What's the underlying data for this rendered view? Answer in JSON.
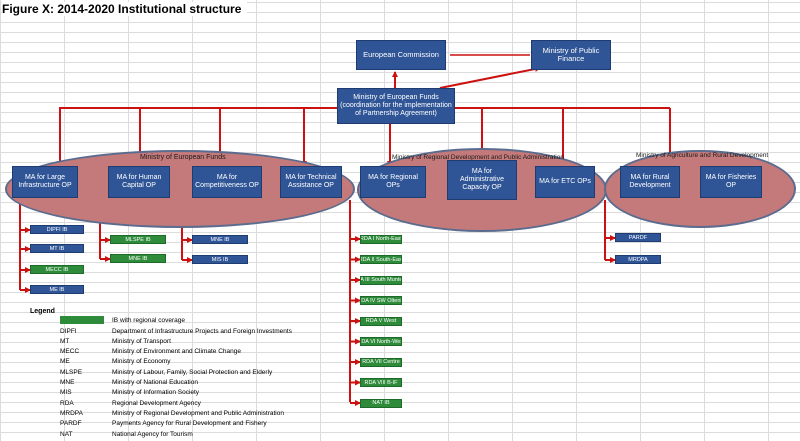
{
  "figure_title": "Figure X: 2014-2020 Institutional structure",
  "colors": {
    "box": "#2f5597",
    "ellipse": "#c47a7a",
    "arrow": "#cc1111",
    "green_ib": "#2e8b3a"
  },
  "top": {
    "ec": "European Commission",
    "mpf": "Ministry of Public Finance",
    "mef": "Ministry of European Funds (coordination for the implementation of Partnership Agreement)"
  },
  "groups": {
    "mef_group": "Ministry of European Funds",
    "mrdpa_group": "Ministry of Regional Development and Public Administration",
    "mard_group": "Ministry of Agriculture and Rural Development"
  },
  "ma": {
    "li": "MA for Large Infrastructure OP",
    "hc": "MA for Human Capital OP",
    "comp": "MA for Competitiveness OP",
    "ta": "MA for Technical Assistance OP",
    "rop": "MA for Regional OPs",
    "acop": "MA for Administrative Capacity OP",
    "etc": "MA for ETC OPs",
    "rd": "MA for Rural Development",
    "fish": "MA for Fisheries OP"
  },
  "ib": {
    "dipfi": "DIPFI IB",
    "mt": "MT IB",
    "mecc": "MECC IB",
    "me": "ME IB",
    "mlspe": "MLSPE IB",
    "mne_hc": "MNE IB",
    "mne_comp": "MNE IB",
    "mis": "MIS IB",
    "pardf": "PARDF",
    "mrdpa": "MRDPA"
  },
  "rda": [
    "RDA I North-East",
    "RDA II South-East",
    "RDA III South Muntenia",
    "RDA IV SW Oltenia",
    "RDA V West",
    "RDA VI North-West",
    "RDA VII Centre",
    "RDA VIII B-IF",
    "NAT IB"
  ],
  "legend": {
    "title": "Legend",
    "swatch_text": "IB with regional coverage",
    "items": [
      {
        "abbr": "DIPFI",
        "desc": "Department of Infrastructure Projects and Foreign Investments"
      },
      {
        "abbr": "MT",
        "desc": "Ministry of Transport"
      },
      {
        "abbr": "MECC",
        "desc": "Ministry of Environment and Climate Change"
      },
      {
        "abbr": "ME",
        "desc": "Ministry of Economy"
      },
      {
        "abbr": "MLSPE",
        "desc": "Ministry of Labour, Family, Social Protection and Elderly"
      },
      {
        "abbr": "MNE",
        "desc": "Ministry of National Education"
      },
      {
        "abbr": "MIS",
        "desc": "Ministry of Information Society"
      },
      {
        "abbr": "RDA",
        "desc": "Regional Development Agency"
      },
      {
        "abbr": "MRDPA",
        "desc": "Ministry of Regional Development and Public Administration"
      },
      {
        "abbr": "PARDF",
        "desc": "Payments Agency for Rural Development and Fishery"
      },
      {
        "abbr": "NAT",
        "desc": "National Agency for Tourism"
      }
    ]
  }
}
